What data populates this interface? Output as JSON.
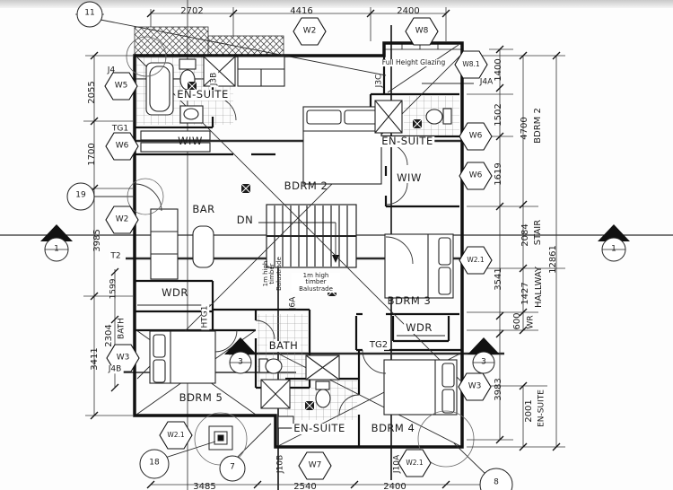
{
  "plan": {
    "dims_top": {
      "a": "2702",
      "b": "4416",
      "c": "2400"
    },
    "dims_bottom": {
      "a": "3485",
      "b": "2540",
      "c": "2400"
    },
    "dims_left": {
      "l2055": "2055",
      "l1700": "1700",
      "l3985": "3985",
      "l3411": "3411",
      "l1599": "1599",
      "l2304": "2304",
      "bath": "BATH"
    },
    "dims_right": {
      "r1400": "1400",
      "r1502": "1502",
      "r1619": "1619",
      "r3541": "3541",
      "r3983": "3983",
      "r4700": "4700",
      "rbdrm2": "BDRM 2",
      "r2084": "2084",
      "rstair": "STAIR",
      "r1427": "1427",
      "rhall": "HALLWAY",
      "r600": "600",
      "rwr": "WR",
      "r2001": "2001",
      "rens": "EN-SUITE",
      "rtotal": "12861"
    },
    "rooms": {
      "ens_tl": "EN-SUITE",
      "wiw_l": "WIW",
      "bar": "BAR",
      "bdrm2": "BDRM 2",
      "dn": "DN",
      "wdr_l": "WDR",
      "bdrm5": "BDRM 5",
      "bath_c": "BATH",
      "ens_b": "EN-SUITE",
      "bdrm4": "BDRM 4",
      "bdrm3": "BDRM 3",
      "wdr_r": "WDR",
      "wiw_r": "WIW",
      "ens_tr": "EN-SUITE"
    },
    "notes": {
      "glazing": "Full Height Glazing",
      "bal_v": "1m high timber Balustrade",
      "bal_h": "1m high timber Balustrade"
    },
    "tags": {
      "j4": "J4",
      "w5": "W5",
      "tg1": "TG1",
      "w6l": "W6",
      "w2l": "W2",
      "t2": "T2",
      "w3l": "W3",
      "j4b": "J4B",
      "w21bl": "W2.1",
      "htg1": "HTG1",
      "j3b": "J3B",
      "j3c": "J3C",
      "j4a": "J4A",
      "w81": "W8.1",
      "w2t": "W2",
      "w8t": "W8",
      "w6r1": "W6",
      "w6r2": "W6",
      "w21r": "W2.1",
      "w3r": "W3",
      "tg2": "TG2",
      "j6a": "J6A",
      "j10b": "J10B",
      "w7": "W7",
      "j10a": "J10A",
      "w21rb": "W2.1"
    },
    "bubbles": {
      "b11": "11",
      "b19": "19",
      "b18": "18",
      "b7": "7",
      "b8": "8"
    },
    "sections": {
      "s1l": "1",
      "s1r": "1",
      "s3l": "3",
      "s3r": "3"
    }
  }
}
